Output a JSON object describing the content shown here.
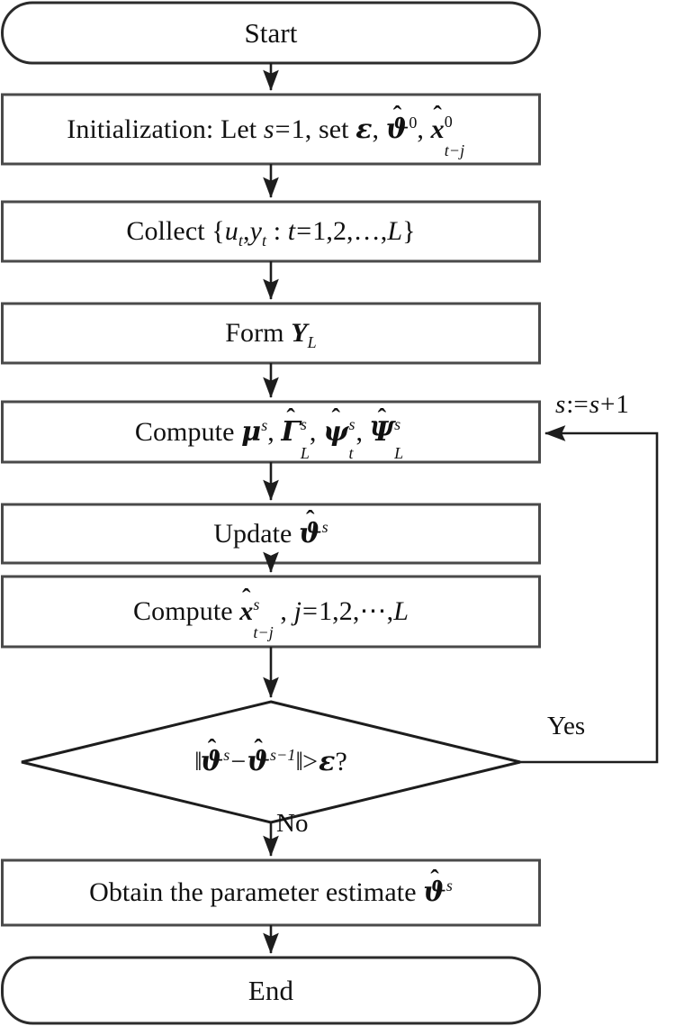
{
  "diagram": {
    "title": "Iterative parameter estimation algorithm flowchart",
    "type": "flowchart",
    "background_color": "#ffffff",
    "stroke_color": "#262626",
    "text_color": "#111111"
  },
  "nodes": [
    {
      "id": "start",
      "shape": "terminator",
      "label": "Start",
      "label_plain": "Start"
    },
    {
      "id": "initialization",
      "shape": "process",
      "label_plain": "Initialization: Let s = 1, set ε, ϑ̂0, x̂0t−j",
      "text_prefix": "Initialization: Let ",
      "var_s": "s",
      "eq": "=",
      "val_one": "1",
      "text_mid": ", set ",
      "sym_epsilon": "ε",
      "comma1": ", ",
      "sym_theta": "ϑ",
      "theta_sup": "0",
      "comma2": ", ",
      "sym_x": "x",
      "x_sup": "0",
      "x_sub": "t−j"
    },
    {
      "id": "collect",
      "shape": "process",
      "label_plain": "Collect {u_t, y_t : t = 1, 2, …, L}",
      "text_prefix": "Collect ",
      "brace_open": "{",
      "var_u": "u",
      "sub_t1": "t",
      "comma1": ",",
      "var_y": "y",
      "sub_t2": "t",
      "colon": " : ",
      "var_t": "t",
      "eq": "=",
      "list": "1,2,…,",
      "var_L": "L",
      "brace_close": "}"
    },
    {
      "id": "form",
      "shape": "process",
      "label_plain": "Form Y_L",
      "text_prefix": "Form ",
      "var_Y": "Y",
      "sub_L": "L"
    },
    {
      "id": "compute_mu",
      "shape": "process",
      "label_plain": "Compute μ^s, Γ̂^s_L, ψ̂^s_t, Ψ̂^s_L",
      "text_prefix": "Compute ",
      "sym_mu": "μ",
      "mu_sup": "s",
      "comma1": ", ",
      "sym_Gamma": "Γ",
      "gamma_sup": "s",
      "gamma_sub": "L",
      "comma2": ", ",
      "sym_psi": "ψ",
      "psi_sup": "s",
      "psi_sub": "t",
      "comma3": ", ",
      "sym_Psi": "Ψ",
      "Psi_sup": "s",
      "Psi_sub": "L"
    },
    {
      "id": "update",
      "shape": "process",
      "label_plain": "Update ϑ̂^s",
      "text_prefix": "Update ",
      "sym_theta": "ϑ",
      "theta_sup": "s"
    },
    {
      "id": "compute_x",
      "shape": "process",
      "label_plain": "Compute x̂^s_{t−j}, j = 1, 2, ⋯, L",
      "text_prefix": "Compute ",
      "sym_x": "x",
      "x_sup": "s",
      "x_sub": "t−j",
      "comma1": ", ",
      "var_j": "j",
      "eq": "=",
      "list": "1,2,⋯,",
      "var_L": "L"
    },
    {
      "id": "decision",
      "shape": "decision",
      "label_plain": "‖ϑ̂^s − ϑ̂^{s−1}‖ > ε?",
      "norm_open": "‖",
      "sym_theta1": "ϑ",
      "theta1_sup": "s",
      "minus": "−",
      "sym_theta2": "ϑ",
      "theta2_sup": "s−1",
      "norm_close": "‖",
      "gt": ">",
      "sym_epsilon": "ε",
      "question": "?"
    },
    {
      "id": "obtain",
      "shape": "process",
      "label_plain": "Obtain the parameter estimate ϑ̂^s",
      "text_prefix": "Obtain the parameter estimate ",
      "sym_theta": "ϑ",
      "theta_sup": "s"
    },
    {
      "id": "end",
      "shape": "terminator",
      "label": "End",
      "label_plain": "End"
    }
  ],
  "edge_labels": {
    "yes": "Yes",
    "no": "No",
    "increment_plain": "s := s + 1",
    "increment_var": "s",
    "increment_assign": ":=",
    "increment_var2": "s",
    "increment_plus": "+",
    "increment_one": "1"
  }
}
